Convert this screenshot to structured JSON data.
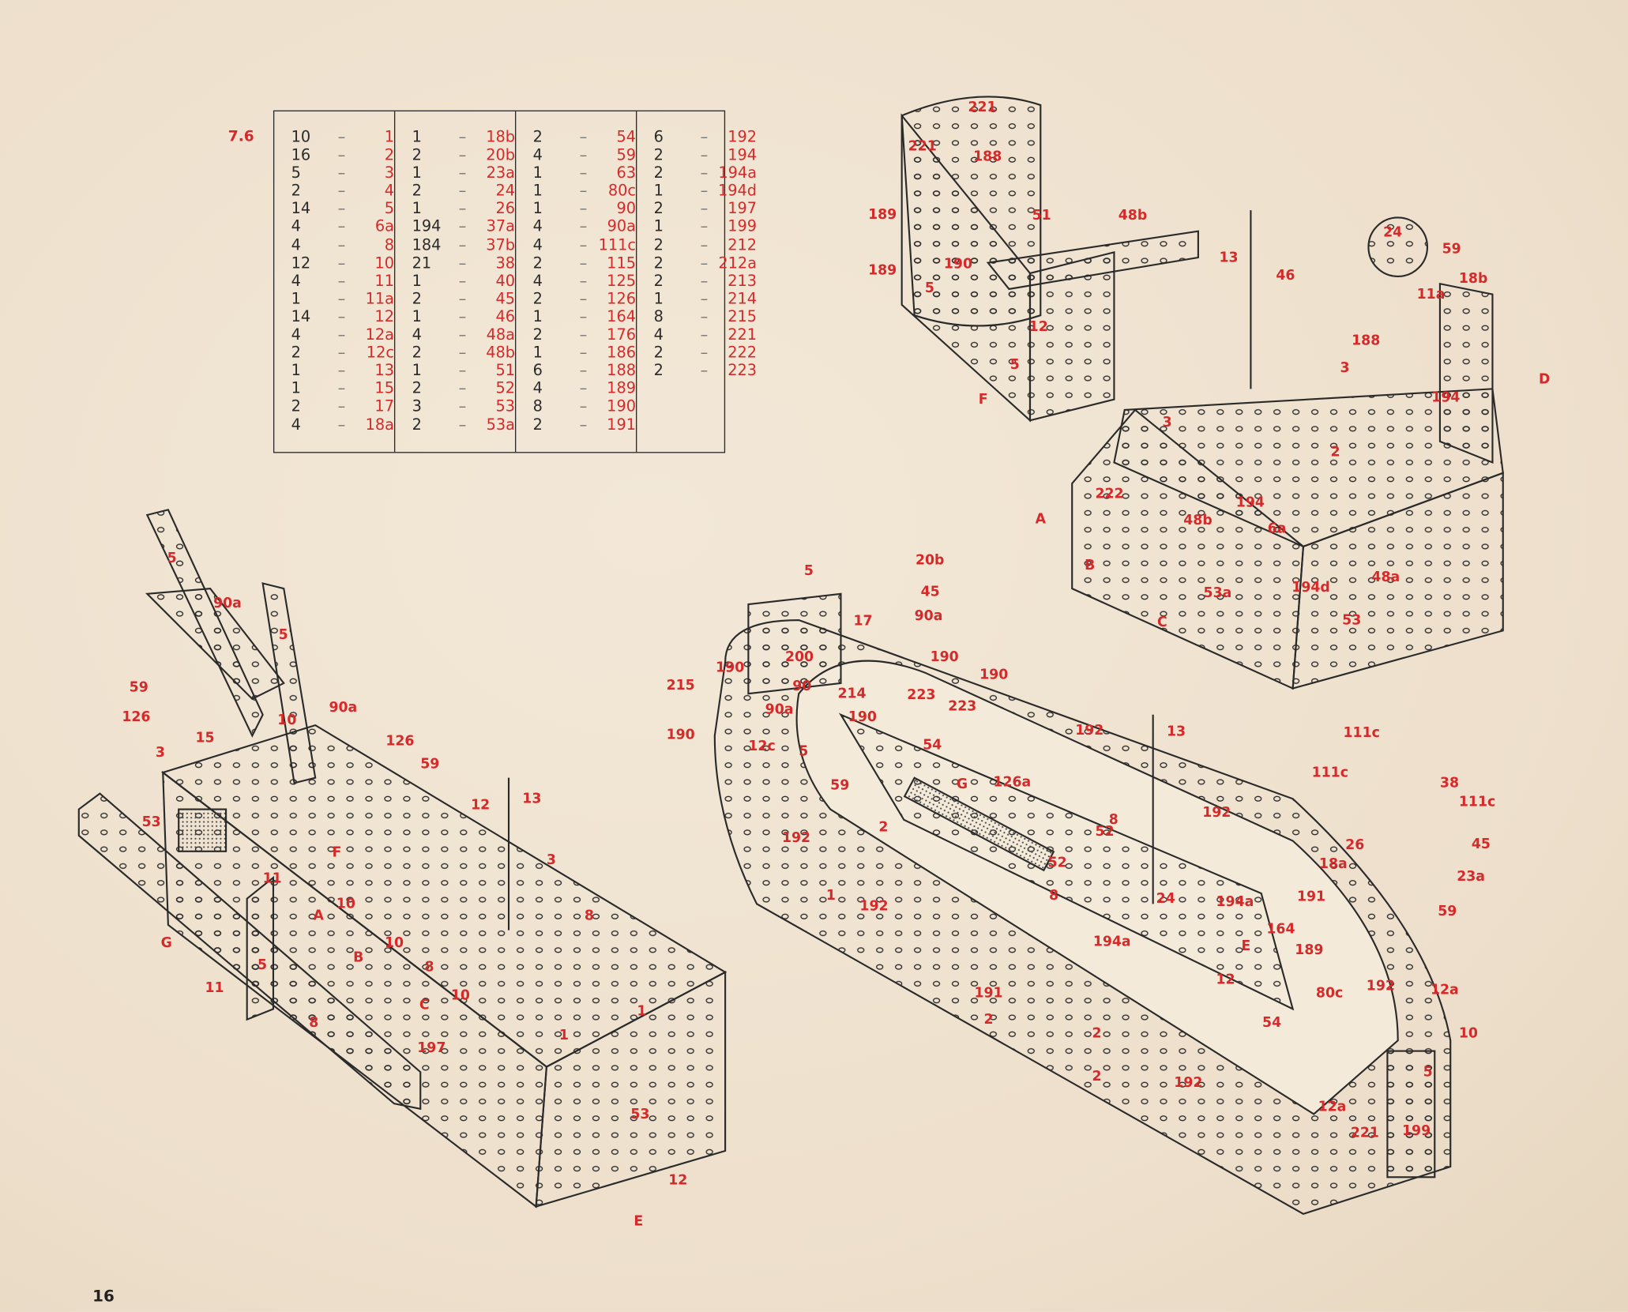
{
  "model_number": "7.6",
  "page_number": "16",
  "parts_list": [
    [
      [
        "10",
        "1"
      ],
      [
        "16",
        "2"
      ],
      [
        "5",
        "3"
      ],
      [
        "2",
        "4"
      ],
      [
        "14",
        "5"
      ],
      [
        "4",
        "6a"
      ],
      [
        "4",
        "8"
      ],
      [
        "12",
        "10"
      ],
      [
        "4",
        "11"
      ],
      [
        "1",
        "11a"
      ],
      [
        "14",
        "12"
      ],
      [
        "4",
        "12a"
      ],
      [
        "2",
        "12c"
      ],
      [
        "1",
        "13"
      ],
      [
        "1",
        "15"
      ],
      [
        "2",
        "17"
      ],
      [
        "4",
        "18a"
      ]
    ],
    [
      [
        "1",
        "18b"
      ],
      [
        "2",
        "20b"
      ],
      [
        "1",
        "23a"
      ],
      [
        "2",
        "24"
      ],
      [
        "1",
        "26"
      ],
      [
        "194",
        "37a"
      ],
      [
        "184",
        "37b"
      ],
      [
        "21",
        "38"
      ],
      [
        "1",
        "40"
      ],
      [
        "2",
        "45"
      ],
      [
        "1",
        "46"
      ],
      [
        "4",
        "48a"
      ],
      [
        "2",
        "48b"
      ],
      [
        "1",
        "51"
      ],
      [
        "2",
        "52"
      ],
      [
        "3",
        "53"
      ],
      [
        "2",
        "53a"
      ]
    ],
    [
      [
        "2",
        "54"
      ],
      [
        "4",
        "59"
      ],
      [
        "1",
        "63"
      ],
      [
        "1",
        "80c"
      ],
      [
        "1",
        "90"
      ],
      [
        "4",
        "90a"
      ],
      [
        "4",
        "111c"
      ],
      [
        "2",
        "115"
      ],
      [
        "4",
        "125"
      ],
      [
        "2",
        "126"
      ],
      [
        "1",
        "164"
      ],
      [
        "2",
        "176"
      ],
      [
        "1",
        "186"
      ],
      [
        "6",
        "188"
      ],
      [
        "4",
        "189"
      ],
      [
        "8",
        "190"
      ],
      [
        "2",
        "191"
      ]
    ],
    [
      [
        "6",
        "192"
      ],
      [
        "2",
        "194"
      ],
      [
        "2",
        "194a"
      ],
      [
        "1",
        "194d"
      ],
      [
        "2",
        "197"
      ],
      [
        "1",
        "199"
      ],
      [
        "2",
        "212"
      ],
      [
        "2",
        "212a"
      ],
      [
        "2",
        "213"
      ],
      [
        "1",
        "214"
      ],
      [
        "8",
        "215"
      ],
      [
        "4",
        "221"
      ],
      [
        "2",
        "222"
      ],
      [
        "2",
        "223"
      ]
    ]
  ],
  "callouts": {
    "top_assembly": [
      "221",
      "221",
      "188",
      "189",
      "51",
      "48b",
      "189",
      "190",
      "13",
      "46",
      "24",
      "59",
      "18b",
      "11a",
      "5",
      "12",
      "188",
      "3",
      "5",
      "F",
      "D",
      "194",
      "3",
      "2",
      "222",
      "194",
      "48b",
      "A",
      "6a",
      "B",
      "48a",
      "194d",
      "53a",
      "C",
      "53"
    ],
    "hull_assembly": [
      "5",
      "20b",
      "45",
      "17",
      "90a",
      "200",
      "190",
      "90",
      "190",
      "190",
      "215",
      "214",
      "223",
      "223",
      "90a",
      "190",
      "190",
      "12c",
      "192",
      "13",
      "54",
      "5",
      "59",
      "G",
      "126a",
      "192",
      "52",
      "2",
      "192",
      "52",
      "8",
      "8",
      "24",
      "1",
      "192",
      "194a",
      "191",
      "164",
      "194a",
      "189",
      "E",
      "12",
      "80c",
      "191",
      "2",
      "2",
      "54",
      "2",
      "192",
      "192",
      "12a",
      "10",
      "5",
      "12a",
      "221",
      "199",
      "111c",
      "111c",
      "38",
      "111c",
      "26",
      "45",
      "18a",
      "23a",
      "59"
    ],
    "deck_assembly": [
      "5",
      "90a",
      "5",
      "59",
      "126",
      "10",
      "90a",
      "15",
      "3",
      "126",
      "59",
      "12",
      "13",
      "53",
      "F",
      "3",
      "11",
      "10",
      "A",
      "8",
      "G",
      "B",
      "10",
      "8",
      "C",
      "10",
      "5",
      "11",
      "1",
      "8",
      "1",
      "197",
      "53",
      "12",
      "E"
    ]
  },
  "colors": {
    "paper": "#efe3d1",
    "ink": "#2a2a2a",
    "callout": "#d62a2a"
  }
}
